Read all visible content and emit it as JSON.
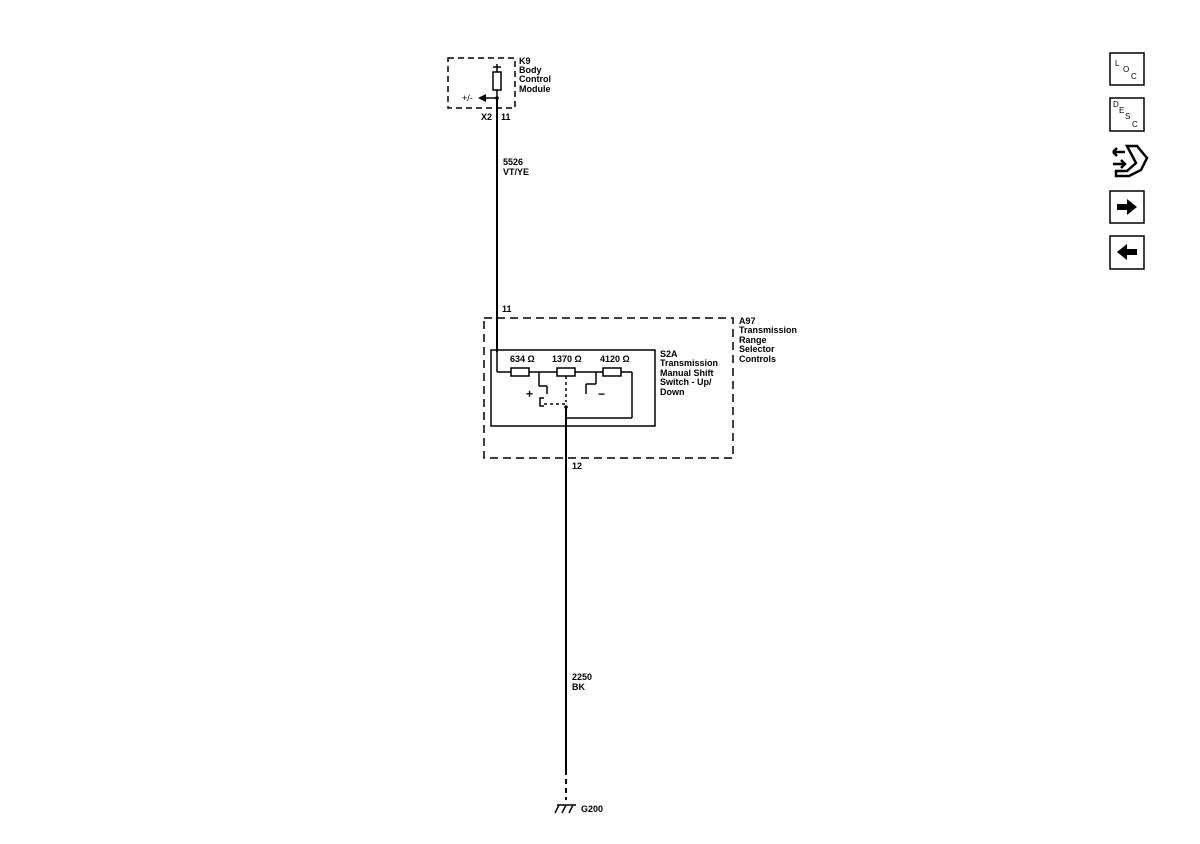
{
  "k9": {
    "ref": "K9",
    "name_lines": [
      "Body",
      "Control",
      "Module"
    ],
    "pin_polarity": "+/-",
    "connector": "X2",
    "pin": "11"
  },
  "wire_top": {
    "circuit": "5526",
    "color": "VT/YE"
  },
  "a97": {
    "ref": "A97",
    "name_lines": [
      "Transmission",
      "Range",
      "Selector",
      "Controls"
    ],
    "pin_in": "11",
    "pin_out": "12"
  },
  "s2a": {
    "ref": "S2A",
    "name_lines": [
      "Transmission",
      "Manual Shift",
      "Switch - Up/",
      "Down"
    ],
    "resistors": [
      "634 Ω",
      "1370 Ω",
      "4120 Ω"
    ],
    "plus": "+",
    "minus": "−"
  },
  "wire_bottom": {
    "circuit": "2250",
    "color": "BK"
  },
  "ground": {
    "ref": "G200"
  },
  "nav": {
    "loc_letters": [
      "L",
      "O",
      "C"
    ],
    "desc_letters": [
      "D",
      "E",
      "S",
      "C"
    ],
    "icons": [
      "loc-icon",
      "desc-icon",
      "connector-icon",
      "next-arrow-icon",
      "back-arrow-icon"
    ]
  }
}
